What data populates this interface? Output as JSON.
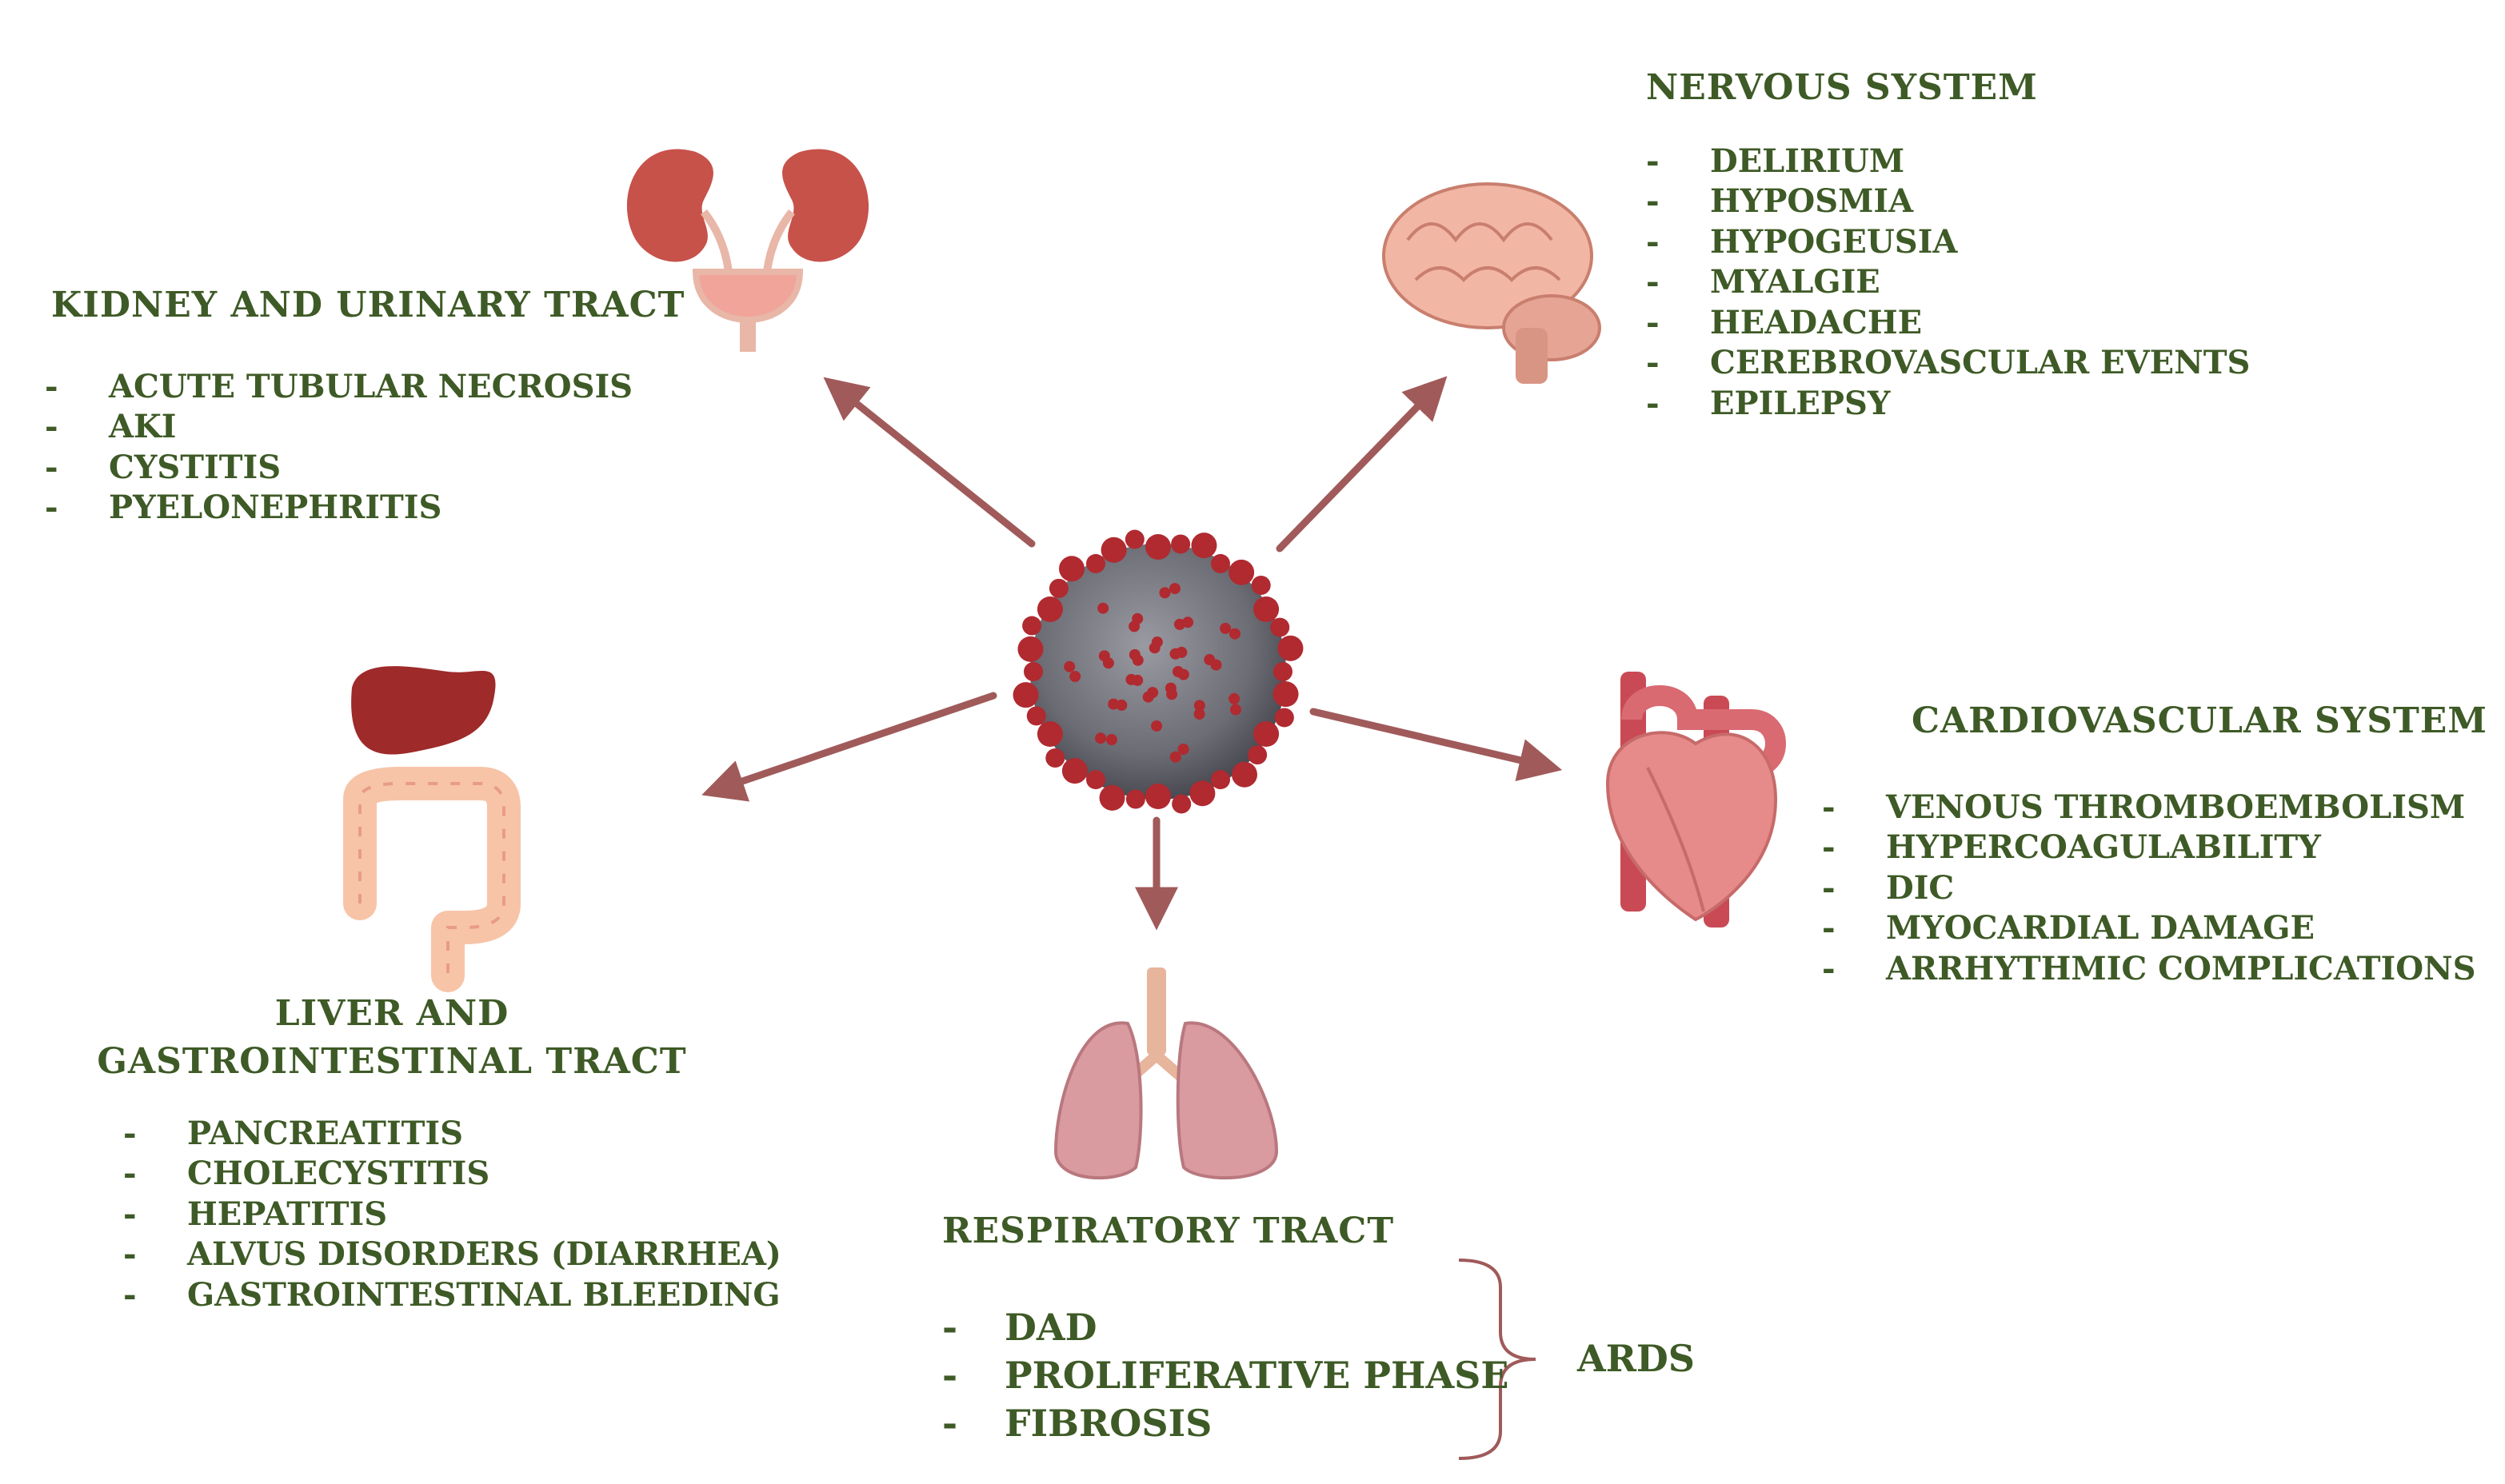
{
  "colors": {
    "text": "#3e5a26",
    "arrow": "#a05a5a",
    "bracket": "#a05a5a",
    "virus_body": "#7a7a80",
    "virus_spike": "#b02a30",
    "organ_kidney": "#c7524a",
    "organ_brain": "#f2b6a4",
    "organ_liver": "#9e2a2a",
    "organ_intestine": "#f7c4a8",
    "organ_heart": "#e68a8a",
    "organ_lungs": "#d99aa0"
  },
  "icons": [
    "virus-icon",
    "kidney-icon",
    "brain-icon",
    "liver-icon",
    "intestine-icon",
    "heart-icon",
    "lungs-icon"
  ],
  "kidney": {
    "title": "KIDNEY AND URINARY TRACT",
    "items": [
      "ACUTE TUBULAR NECROSIS",
      "AKI",
      "CYSTITIS",
      "PYELONEPHRITIS"
    ]
  },
  "nervous": {
    "title": "NERVOUS SYSTEM",
    "items": [
      "DELIRIUM",
      "HYPOSMIA",
      "HYPOGEUSIA",
      "MYALGIE",
      "HEADACHE",
      "CEREBROVASCULAR EVENTS",
      "EPILEPSY"
    ]
  },
  "cardio": {
    "title": "CARDIOVASCULAR SYSTEM",
    "items": [
      "VENOUS THROMBOEMBOLISM",
      "HYPERCOAGULABILITY",
      "DIC",
      "MYOCARDIAL DAMAGE",
      "ARRHYTHMIC COMPLICATIONS"
    ]
  },
  "liver": {
    "title_line1": "LIVER AND",
    "title_line2": "GASTROINTESTINAL TRACT",
    "items": [
      "PANCREATITIS",
      "CHOLECYSTITIS",
      "HEPATITIS",
      "ALVUS DISORDERS (DIARRHEA)",
      "GASTROINTESTINAL BLEEDING"
    ]
  },
  "respiratory": {
    "title": "RESPIRATORY TRACT",
    "items": [
      "DAD",
      "PROLIFERATIVE PHASE",
      "FIBROSIS"
    ],
    "bracket_label": "ARDS"
  },
  "dash": "-"
}
